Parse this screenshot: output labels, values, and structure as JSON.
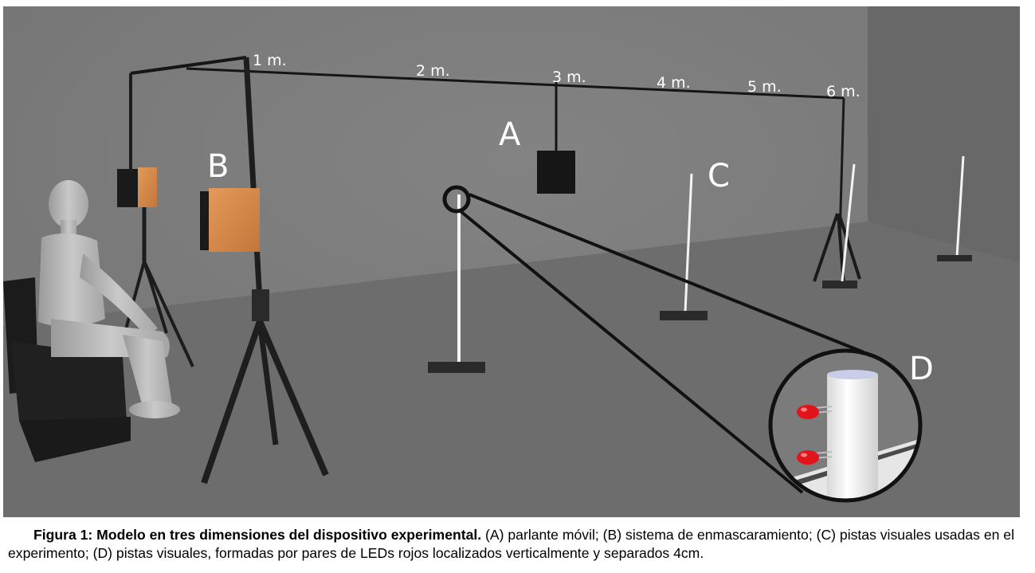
{
  "figure": {
    "distance_labels": [
      "1 m.",
      "2 m.",
      "3 m.",
      "4 m.",
      "5 m.",
      "6 m."
    ],
    "letters": {
      "a": "A",
      "b": "B",
      "c": "C",
      "d": "D"
    },
    "colors": {
      "wall": "#7b7b7b",
      "floor": "#6f6f6f",
      "led": "#e0141a",
      "speaker_wood": "#d7894b"
    }
  },
  "caption": {
    "title": "Figura 1: Modelo en tres dimensiones del dispositivo experimental.",
    "text": " (A) parlante móvil; (B) sistema de enmascaramiento; (C) pistas visuales usadas en el experimento; (D) pistas visuales, formadas por pares de LEDs rojos localizados verticalmente y separados 4cm."
  }
}
